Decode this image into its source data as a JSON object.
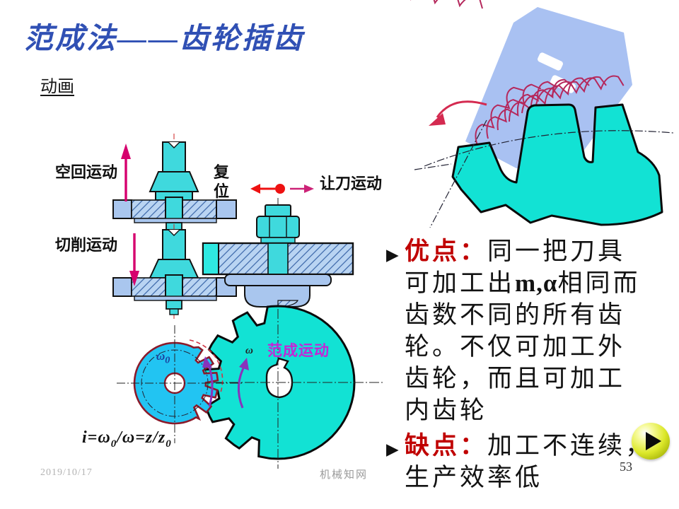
{
  "title": "范成法——齿轮插齿",
  "animation_label": "动画",
  "machine": {
    "label_idle": "空回运动",
    "label_reset": "复位",
    "label_relief": "让刀运动",
    "label_cut": "切削运动",
    "label_generate": "范成运动",
    "omega_cutter": "ω",
    "omega_cutter_sub": "0",
    "omega_gear": "ω",
    "formula": {
      "i": "i",
      "p1": "=ω",
      "s1": "0",
      "p2": "/ω=z/z",
      "s2": "0"
    }
  },
  "bullets": {
    "marker": "▶",
    "b1": {
      "label": "优点：",
      "l1": "同一把刀具",
      "l2pre": "可加工出",
      "l2em": "m,α",
      "l2post": "相同而",
      "l3": "齿数不同的所有齿",
      "l4": "轮。不仅可加工外",
      "l5": "齿轮，而且可加工",
      "l6": "内齿轮"
    },
    "b2": {
      "label": "缺点：",
      "l1": "加工不连续，",
      "l2": "生产效率低"
    }
  },
  "footer": {
    "date": "2019/10/17",
    "brand": "机械知网",
    "page": "53"
  },
  "colors": {
    "title_blue": "#3050b4",
    "advantage_red": "#c00000",
    "generate_magenta": "#c326d6",
    "workpiece_gear_teal": "#12e2d4",
    "cutter_gear_azure": "#22c4f2",
    "cutter_tool_blue": "#a9c1f2",
    "machine_cyan": "#40dade",
    "hatch_light_blue": "#b9d4f2",
    "arrow_magenta": "#d6006e",
    "arrow_red": "#ee1111",
    "play_button_yellow": "#d8e428"
  }
}
